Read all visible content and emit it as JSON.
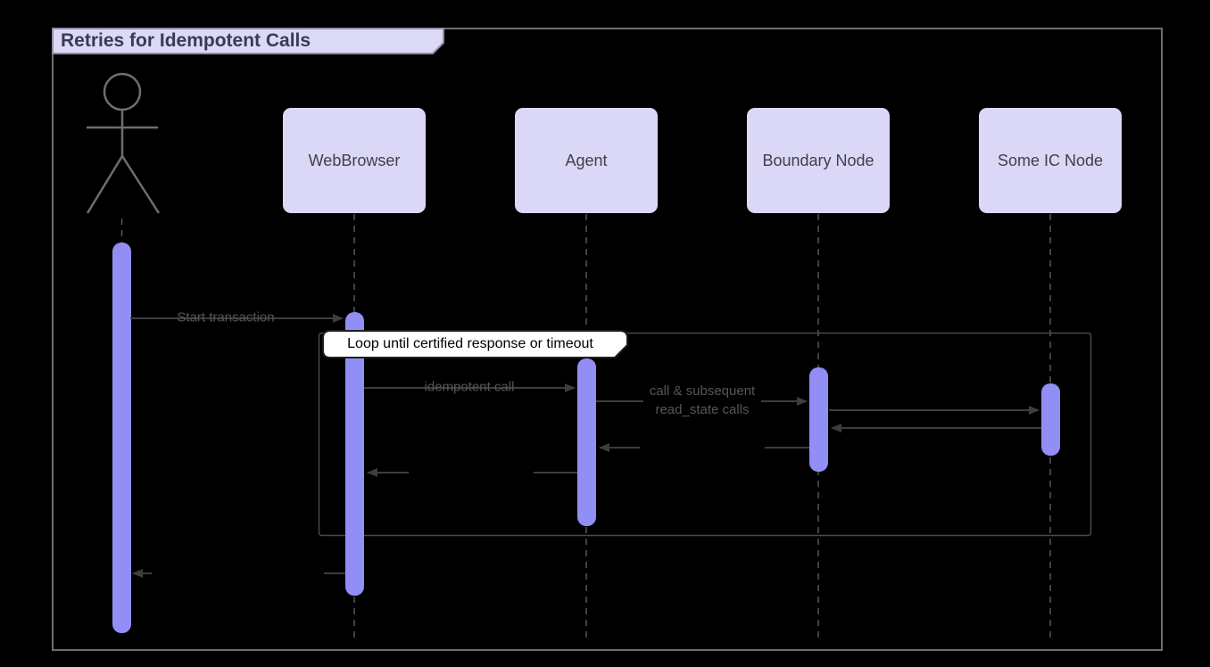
{
  "diagram": {
    "type": "uml-sequence",
    "title": "Retries for Idempotent Calls",
    "loop_label": "Loop until certified response or timeout",
    "participants": [
      {
        "name": "User",
        "kind": "actor-stick-figure",
        "label": ""
      },
      {
        "name": "WebBrowser",
        "kind": "box",
        "label": "WebBrowser"
      },
      {
        "name": "Agent",
        "kind": "box",
        "label": "Agent"
      },
      {
        "name": "Boundary Node",
        "kind": "box",
        "label": "Boundary Node"
      },
      {
        "name": "Some IC Node",
        "kind": "box",
        "label": "Some IC Node"
      }
    ],
    "messages": [
      {
        "from": "User",
        "to": "WebBrowser",
        "label": "Start transaction"
      },
      {
        "from": "WebBrowser",
        "to": "Agent",
        "label": "idempotent call",
        "in_loop": true
      },
      {
        "from": "Agent",
        "to": "Boundary Node",
        "label": "call & subsequent read_state calls",
        "label_lines": [
          "call & subsequent",
          "read_state calls"
        ],
        "in_loop": true
      },
      {
        "from": "Boundary Node",
        "to": "Some IC Node",
        "label": "",
        "in_loop": true
      },
      {
        "from": "Some IC Node",
        "to": "Boundary Node",
        "label": "",
        "kind": "return",
        "in_loop": true
      },
      {
        "from": "Boundary Node",
        "to": "Agent",
        "label": "",
        "kind": "return",
        "in_loop": true
      },
      {
        "from": "Agent",
        "to": "WebBrowser",
        "label": "",
        "kind": "return",
        "in_loop": true
      },
      {
        "from": "WebBrowser",
        "to": "User",
        "label": "",
        "kind": "return"
      }
    ],
    "colors": {
      "background": "#000000",
      "participant_fill": "#dbd8f7",
      "activation_bar": "#918ff5",
      "frame_border": "#6e6e6e",
      "arrow": "#3d3d3d",
      "lifeline": "#555555",
      "loop_label_bg": "#ffffff",
      "title_text": "#3a3a52"
    }
  }
}
